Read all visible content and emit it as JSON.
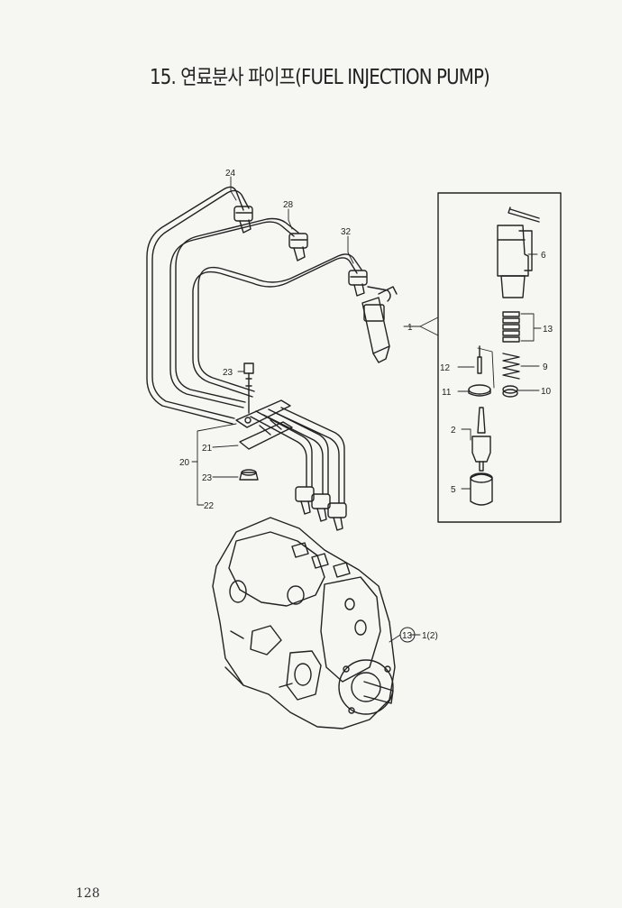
{
  "title": "15. 연료분사 파이프(FUEL INJECTION PUMP)",
  "page_number": "128",
  "callouts": {
    "c24": "24",
    "c28": "28",
    "c32": "32",
    "c1": "1",
    "c6": "6",
    "c13": "13",
    "c9": "9",
    "c12": "12",
    "c11": "11",
    "c10": "10",
    "c2": "2",
    "c5": "5",
    "c23a": "23",
    "c21": "21",
    "c20": "20",
    "c23b": "23",
    "c22": "22",
    "c13circ": "13",
    "c13ref": "1(2)"
  }
}
